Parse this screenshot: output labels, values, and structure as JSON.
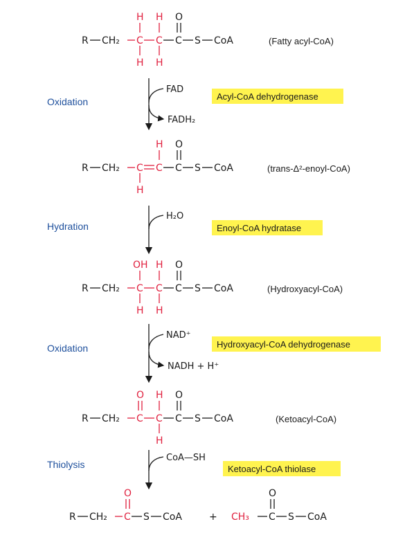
{
  "compounds": {
    "fatty_acyl_coa": "(Fatty acyl-CoA)",
    "enoyl_coa": "(trans-Δ²-enoyl-CoA)",
    "hydroxyacyl_coa": "(Hydroxyacyl-CoA)",
    "ketoacyl_coa": "(Ketoacyl-CoA)"
  },
  "steps": [
    {
      "label": "Oxidation",
      "enzyme": "Acyl-CoA dehydrogenase",
      "cofactor_in": "FAD",
      "cofactor_out": "FADH₂"
    },
    {
      "label": "Hydration",
      "enzyme": "Enoyl-CoA hydratase",
      "cofactor_in": "H₂O"
    },
    {
      "label": "Oxidation",
      "enzyme": "Hydroxyacyl-CoA dehydrogenase",
      "cofactor_in": "NAD⁺",
      "cofactor_out": "NADH + H⁺"
    },
    {
      "label": "Thiolysis",
      "enzyme": "Ketoacyl-CoA thiolase",
      "cofactor_in": "CoA—SH"
    }
  ],
  "atoms": {
    "r": "R",
    "ch2": "CH₂",
    "c": "C",
    "h": "H",
    "o": "O",
    "oh": "OH",
    "s": "S",
    "coa": "CoA",
    "ch3": "CH₃",
    "plus": "+"
  },
  "colors": {
    "highlight": "#fff34f",
    "step_label": "#1d4f9c",
    "atom_highlight": "#e0213f",
    "text": "#1a1a1a"
  }
}
